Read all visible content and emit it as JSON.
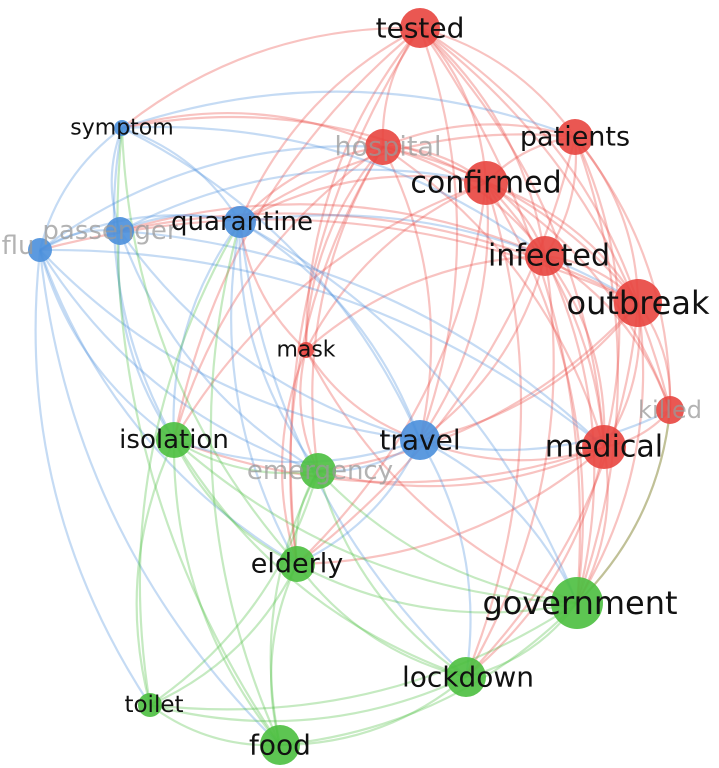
{
  "colors": {
    "red": "#e8453f",
    "blue": "#4a8fdc",
    "green": "#4bbf3f",
    "label_dark": "#111111",
    "label_faint": "#999999"
  },
  "nodes": [
    {
      "id": "tested",
      "label": "tested",
      "cluster": "red",
      "size": 20,
      "faint": false
    },
    {
      "id": "hospital",
      "label": "hospital",
      "cluster": "red",
      "size": 18,
      "faint": true
    },
    {
      "id": "patients",
      "label": "patients",
      "cluster": "red",
      "size": 18,
      "faint": false
    },
    {
      "id": "confirmed",
      "label": "confirmed",
      "cluster": "red",
      "size": 22,
      "faint": false
    },
    {
      "id": "infected",
      "label": "infected",
      "cluster": "red",
      "size": 20,
      "faint": false
    },
    {
      "id": "outbreak",
      "label": "outbreak",
      "cluster": "red",
      "size": 24,
      "faint": false
    },
    {
      "id": "mask",
      "label": "mask",
      "cluster": "red",
      "size": 8,
      "faint": false
    },
    {
      "id": "killed",
      "label": "killed",
      "cluster": "red",
      "size": 14,
      "faint": true
    },
    {
      "id": "medical",
      "label": "medical",
      "cluster": "red",
      "size": 22,
      "faint": false
    },
    {
      "id": "symptom",
      "label": "symptom",
      "cluster": "blue",
      "size": 8,
      "faint": false
    },
    {
      "id": "passenger",
      "label": "passenger",
      "cluster": "blue",
      "size": 14,
      "faint": true
    },
    {
      "id": "flu",
      "label": "flu",
      "cluster": "blue",
      "size": 12,
      "faint": true
    },
    {
      "id": "quarantine",
      "label": "quarantine",
      "cluster": "blue",
      "size": 16,
      "faint": false
    },
    {
      "id": "travel",
      "label": "travel",
      "cluster": "blue",
      "size": 20,
      "faint": false
    },
    {
      "id": "isolation",
      "label": "isolation",
      "cluster": "green",
      "size": 18,
      "faint": false
    },
    {
      "id": "emergency",
      "label": "emergency",
      "cluster": "green",
      "size": 18,
      "faint": true
    },
    {
      "id": "elderly",
      "label": "elderly",
      "cluster": "green",
      "size": 18,
      "faint": false
    },
    {
      "id": "government",
      "label": "government",
      "cluster": "green",
      "size": 26,
      "faint": false
    },
    {
      "id": "lockdown",
      "label": "lockdown",
      "cluster": "green",
      "size": 20,
      "faint": false
    },
    {
      "id": "toilet",
      "label": "toilet",
      "cluster": "green",
      "size": 12,
      "faint": false
    },
    {
      "id": "food",
      "label": "food",
      "cluster": "green",
      "size": 20,
      "faint": false
    }
  ],
  "edges": [
    [
      "tested",
      "hospital"
    ],
    [
      "tested",
      "patients"
    ],
    [
      "tested",
      "confirmed"
    ],
    [
      "tested",
      "infected"
    ],
    [
      "tested",
      "outbreak"
    ],
    [
      "tested",
      "medical"
    ],
    [
      "tested",
      "killed"
    ],
    [
      "tested",
      "mask"
    ],
    [
      "tested",
      "quarantine"
    ],
    [
      "tested",
      "symptom"
    ],
    [
      "tested",
      "travel"
    ],
    [
      "tested",
      "government"
    ],
    [
      "tested",
      "isolation"
    ],
    [
      "tested",
      "elderly"
    ],
    [
      "hospital",
      "patients"
    ],
    [
      "hospital",
      "confirmed"
    ],
    [
      "hospital",
      "infected"
    ],
    [
      "hospital",
      "outbreak"
    ],
    [
      "hospital",
      "medical"
    ],
    [
      "hospital",
      "quarantine"
    ],
    [
      "hospital",
      "symptom"
    ],
    [
      "hospital",
      "mask"
    ],
    [
      "hospital",
      "isolation"
    ],
    [
      "hospital",
      "elderly"
    ],
    [
      "hospital",
      "travel"
    ],
    [
      "hospital",
      "emergency"
    ],
    [
      "patients",
      "confirmed"
    ],
    [
      "patients",
      "infected"
    ],
    [
      "patients",
      "outbreak"
    ],
    [
      "patients",
      "medical"
    ],
    [
      "patients",
      "killed"
    ],
    [
      "patients",
      "government"
    ],
    [
      "patients",
      "quarantine"
    ],
    [
      "patients",
      "elderly"
    ],
    [
      "confirmed",
      "infected"
    ],
    [
      "confirmed",
      "outbreak"
    ],
    [
      "confirmed",
      "medical"
    ],
    [
      "confirmed",
      "killed"
    ],
    [
      "confirmed",
      "mask"
    ],
    [
      "confirmed",
      "quarantine"
    ],
    [
      "confirmed",
      "travel"
    ],
    [
      "confirmed",
      "government"
    ],
    [
      "confirmed",
      "isolation"
    ],
    [
      "confirmed",
      "elderly"
    ],
    [
      "confirmed",
      "lockdown"
    ],
    [
      "confirmed",
      "symptom"
    ],
    [
      "infected",
      "outbreak"
    ],
    [
      "infected",
      "medical"
    ],
    [
      "infected",
      "killed"
    ],
    [
      "infected",
      "government"
    ],
    [
      "infected",
      "travel"
    ],
    [
      "infected",
      "mask"
    ],
    [
      "infected",
      "lockdown"
    ],
    [
      "infected",
      "passenger"
    ],
    [
      "outbreak",
      "medical"
    ],
    [
      "outbreak",
      "killed"
    ],
    [
      "outbreak",
      "government"
    ],
    [
      "outbreak",
      "travel"
    ],
    [
      "outbreak",
      "emergency"
    ],
    [
      "outbreak",
      "lockdown"
    ],
    [
      "outbreak",
      "flu"
    ],
    [
      "outbreak",
      "passenger"
    ],
    [
      "medical",
      "killed"
    ],
    [
      "medical",
      "government"
    ],
    [
      "medical",
      "emergency"
    ],
    [
      "medical",
      "travel"
    ],
    [
      "medical",
      "lockdown"
    ],
    [
      "medical",
      "isolation"
    ],
    [
      "medical",
      "elderly"
    ],
    [
      "mask",
      "quarantine"
    ],
    [
      "mask",
      "travel"
    ],
    [
      "mask",
      "emergency"
    ],
    [
      "mask",
      "elderly"
    ],
    [
      "mask",
      "government"
    ],
    [
      "killed",
      "government"
    ],
    [
      "symptom",
      "passenger"
    ],
    [
      "symptom",
      "flu"
    ],
    [
      "symptom",
      "quarantine"
    ],
    [
      "symptom",
      "travel"
    ],
    [
      "symptom",
      "isolation"
    ],
    [
      "symptom",
      "infected"
    ],
    [
      "symptom",
      "patients"
    ],
    [
      "passenger",
      "flu"
    ],
    [
      "passenger",
      "quarantine"
    ],
    [
      "passenger",
      "travel"
    ],
    [
      "passenger",
      "isolation"
    ],
    [
      "passenger",
      "emergency"
    ],
    [
      "passenger",
      "medical"
    ],
    [
      "passenger",
      "confirmed"
    ],
    [
      "flu",
      "quarantine"
    ],
    [
      "flu",
      "travel"
    ],
    [
      "flu",
      "isolation"
    ],
    [
      "flu",
      "toilet"
    ],
    [
      "flu",
      "food"
    ],
    [
      "flu",
      "emergency"
    ],
    [
      "flu",
      "elderly"
    ],
    [
      "flu",
      "medical"
    ],
    [
      "flu",
      "hospital"
    ],
    [
      "quarantine",
      "travel"
    ],
    [
      "quarantine",
      "isolation"
    ],
    [
      "quarantine",
      "emergency"
    ],
    [
      "quarantine",
      "elderly"
    ],
    [
      "quarantine",
      "government"
    ],
    [
      "quarantine",
      "lockdown"
    ],
    [
      "quarantine",
      "outbreak"
    ],
    [
      "travel",
      "government"
    ],
    [
      "travel",
      "emergency"
    ],
    [
      "travel",
      "lockdown"
    ],
    [
      "travel",
      "elderly"
    ],
    [
      "travel",
      "isolation"
    ],
    [
      "travel",
      "killed"
    ],
    [
      "isolation",
      "emergency"
    ],
    [
      "isolation",
      "elderly"
    ],
    [
      "isolation",
      "toilet"
    ],
    [
      "isolation",
      "food"
    ],
    [
      "isolation",
      "lockdown"
    ],
    [
      "isolation",
      "government"
    ],
    [
      "emergency",
      "elderly"
    ],
    [
      "emergency",
      "government"
    ],
    [
      "emergency",
      "lockdown"
    ],
    [
      "emergency",
      "food"
    ],
    [
      "emergency",
      "toilet"
    ],
    [
      "elderly",
      "government"
    ],
    [
      "elderly",
      "lockdown"
    ],
    [
      "elderly",
      "food"
    ],
    [
      "elderly",
      "toilet"
    ],
    [
      "government",
      "lockdown"
    ],
    [
      "government",
      "food"
    ],
    [
      "government",
      "toilet"
    ],
    [
      "government",
      "killed"
    ],
    [
      "lockdown",
      "food"
    ],
    [
      "lockdown",
      "toilet"
    ],
    [
      "toilet",
      "food"
    ],
    [
      "food",
      "symptom"
    ],
    [
      "toilet",
      "quarantine"
    ],
    [
      "food",
      "quarantine"
    ],
    [
      "elderly",
      "symptom"
    ]
  ]
}
